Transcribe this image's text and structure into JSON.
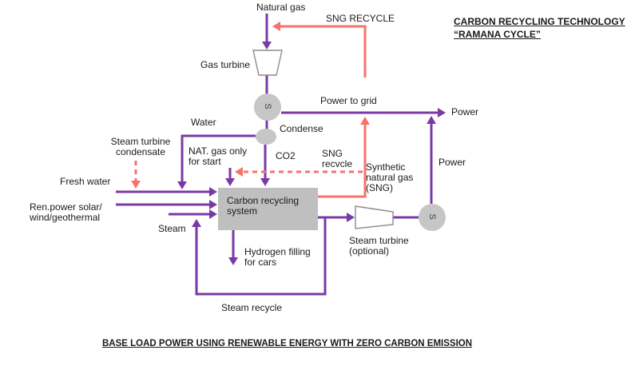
{
  "diagram": {
    "header": {
      "title_line1": "CARBON RECYCLING TECHNOLOGY",
      "title_line2": "“RAMANA CYCLE”"
    },
    "footer": {
      "caption": "BASE LOAD POWER USING RENEWABLE ENERGY WITH ZERO CARBON EMISSION"
    },
    "nodes": {
      "gas_turbine": "Gas turbine",
      "condenser": "Condense",
      "generator_symbol": "S",
      "carbon_box_line1": "Carbon recycling",
      "carbon_box_line2": "system",
      "steam_turbine_line1": "Steam turbine",
      "steam_turbine_line2": "(optional)"
    },
    "flows": {
      "natural_gas": "Natural gas",
      "sng_recycle_top": "SNG RECYCLE",
      "power_to_grid": "Power to grid",
      "power_top": "Power",
      "power_mid": "Power",
      "water": "Water",
      "co2": "CO2",
      "sng_mid_line1": "SNG",
      "sng_mid_line2": "recvcle",
      "synthetic_line1": "Synthetic",
      "synthetic_line2": "natural gas",
      "synthetic_line3": "(SNG)",
      "condensate_line1": "Steam turbine",
      "condensate_line2": "condensate",
      "nat_gas_line1": "NAT. gas only",
      "nat_gas_line2": "for start",
      "fresh_water": "Fresh water",
      "ren_power_line1": "Ren.power solar/",
      "ren_power_line2": "wind/geothermal",
      "steam": "Steam",
      "hydrogen_line1": "Hydrogen filling",
      "hydrogen_line2": "for cars",
      "steam_recycle": "Steam recycle"
    },
    "colors": {
      "flow_purple": "#7A3AA6",
      "recycle_red": "#F4736C",
      "node_gray": "#C6C6C6",
      "box_gray": "#BFBFBF",
      "outline_gray": "#8C8C8C"
    }
  }
}
